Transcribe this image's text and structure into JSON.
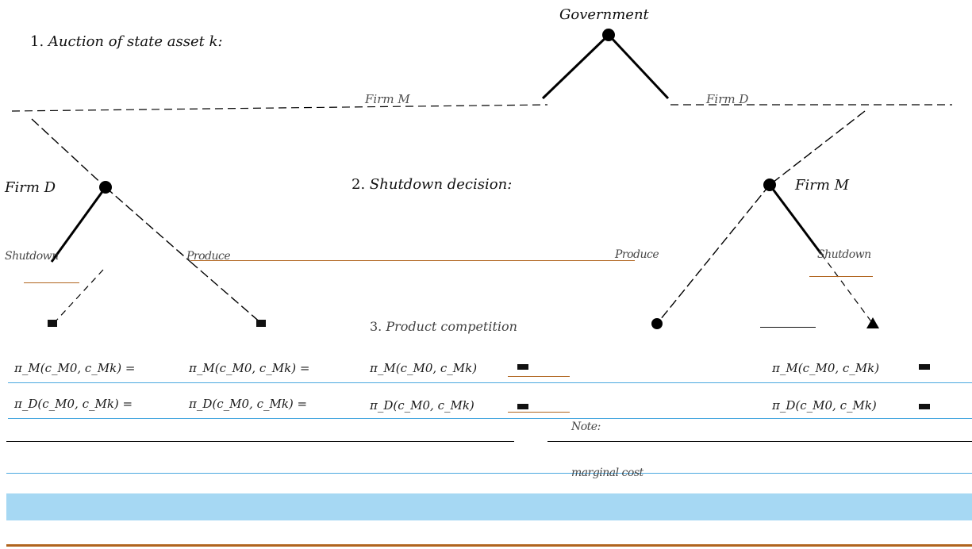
{
  "stage1": {
    "number": "1.",
    "text": "Auction of state asset k:"
  },
  "stage2": {
    "number": "2.",
    "text": "Shutdown decision:"
  },
  "stage3": {
    "number": "3.",
    "text": "Product competition"
  },
  "nodes": {
    "government": "Government",
    "firm_m_branch": "Firm M",
    "firm_d_branch": "Firm D",
    "firm_d_node": "Firm D",
    "firm_m_node": "Firm M"
  },
  "actions": {
    "left_shutdown": "Shutdown",
    "left_produce": "Produce",
    "right_produce": "Produce",
    "right_shutdown": "Shutdown"
  },
  "payoffs": {
    "row1": [
      "π_M(c_M0, c_Mk) =",
      "π_M(c_M0, c_Mk) =",
      "π_M(c_M0, c_Mk)",
      "π_M(c_M0, c_Mk)"
    ],
    "row2": [
      "π_D(c_M0, c_Mk) =",
      "π_D(c_M0, c_Mk) =",
      "π_D(c_M0, c_Mk)",
      "π_D(c_M0, c_Mk)"
    ]
  },
  "notes": {
    "note_label": "Note:",
    "marginal_label": "marginal cost"
  },
  "colors": {
    "band": "#a6d8f3",
    "rule_brown": "#b0641e",
    "rule_blue": "#4aa8e0"
  }
}
